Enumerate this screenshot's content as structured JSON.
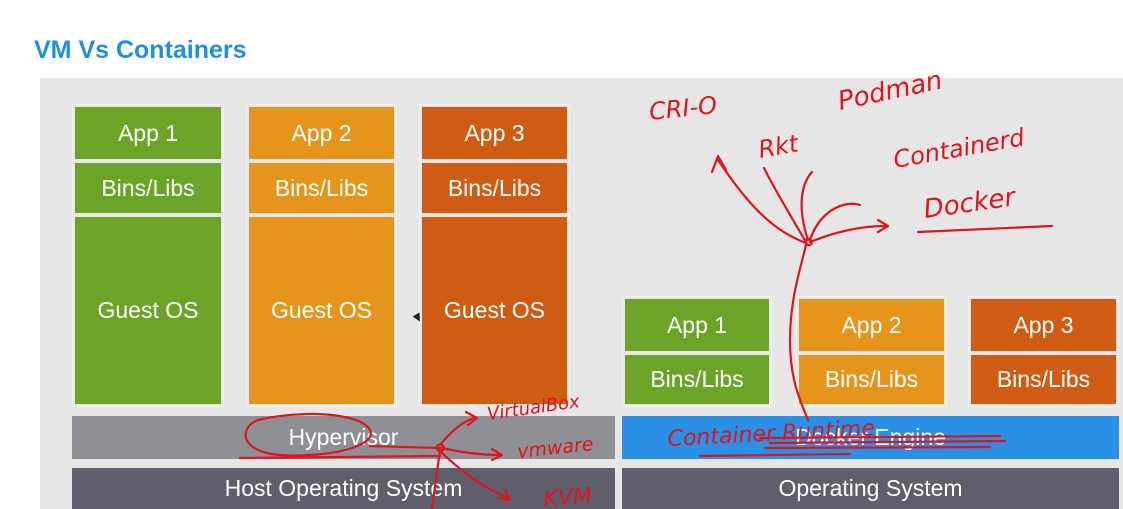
{
  "title": "VM Vs Containers",
  "vm": {
    "stacks": [
      {
        "app": "App 1",
        "bins": "Bins/Libs",
        "os": "Guest OS"
      },
      {
        "app": "App 2",
        "bins": "Bins/Libs",
        "os": "Guest OS"
      },
      {
        "app": "App 3",
        "bins": "Bins/Libs",
        "os": "Guest OS"
      }
    ],
    "hypervisor": "Hypervisor",
    "host_os": "Host Operating System"
  },
  "containers": {
    "stacks": [
      {
        "app": "App 1",
        "bins": "Bins/Libs"
      },
      {
        "app": "App 2",
        "bins": "Bins/Libs"
      },
      {
        "app": "App 3",
        "bins": "Bins/Libs"
      }
    ],
    "engine": "Docker Engine",
    "os": "Operating System"
  },
  "annotations": {
    "runtimes": [
      "CRI-O",
      "Rkt",
      "Podman",
      "Containerd",
      "Docker"
    ],
    "hypervisors": [
      "VirtualBox",
      "vmware",
      "KVM"
    ],
    "runtime_label": "Container Runtime"
  },
  "colors": {
    "title": "#1f8fe0",
    "green": "#6ca428",
    "orange": "#e6951c",
    "rust": "#cf5c12",
    "hypervisor": "#8e9096",
    "os": "#5e5e6c",
    "engine": "#2990e6",
    "ink": "#e0141c"
  }
}
